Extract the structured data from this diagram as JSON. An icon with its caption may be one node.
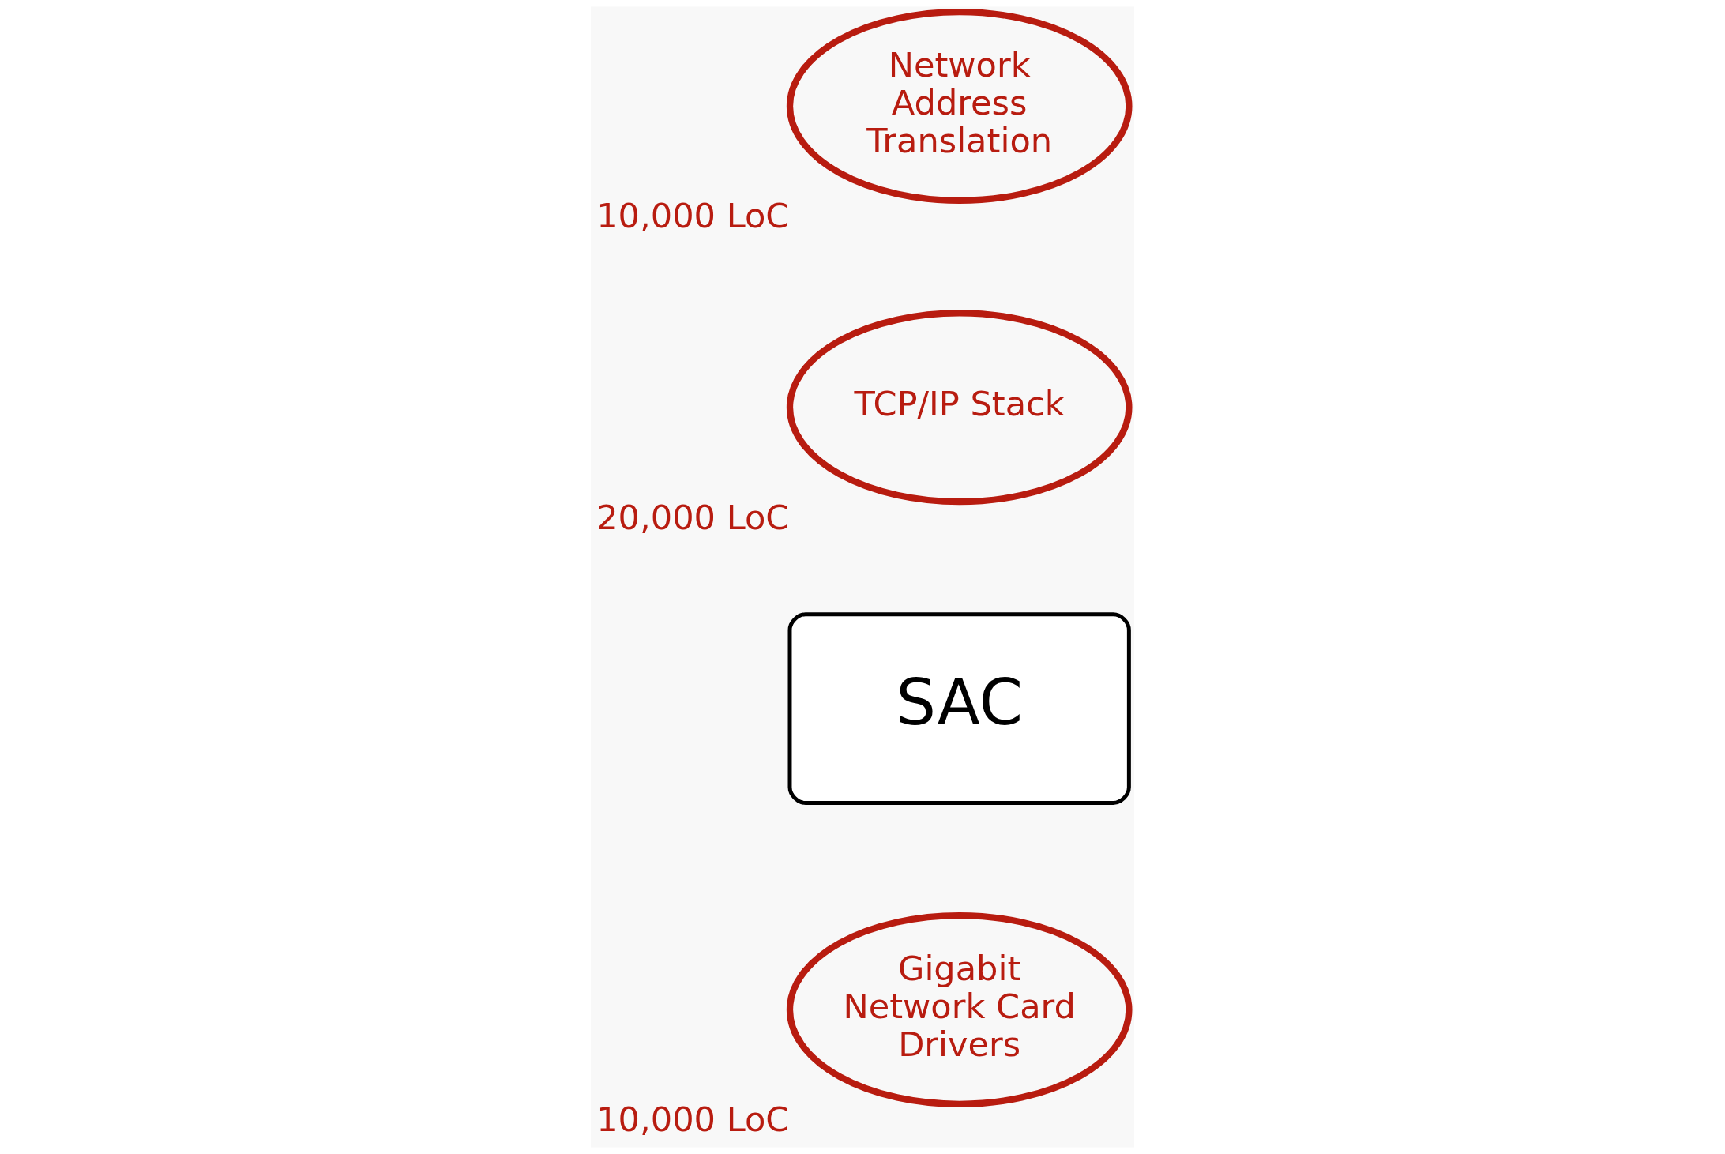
{
  "diagram": {
    "nodes": [
      {
        "text": [
          "Gigabit Network Card Drivers"
        ],
        "beside": [
          "10,000 LoC"
        ]
      },
      {
        "text": [
          "SAC"
        ]
      },
      {
        "text": [
          "TCP/IP Stack"
        ],
        "beside": [
          "20,000 LoC"
        ]
      },
      {
        "text": [
          "Network Address Translation"
        ],
        "beside": [
          "10,000 LoC"
        ]
      }
    ]
  }
}
